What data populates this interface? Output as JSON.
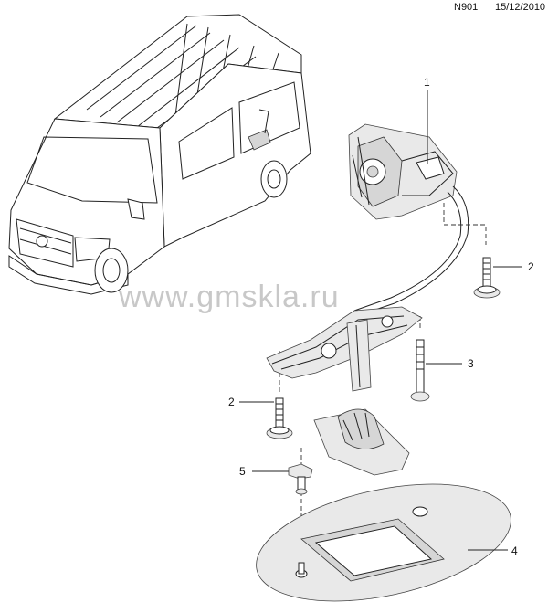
{
  "header": {
    "code": "N901",
    "date": "15/12/2010"
  },
  "watermark": "www.gmskla.ru",
  "callouts": [
    {
      "id": "c1",
      "label": "1"
    },
    {
      "id": "c2a",
      "label": "2"
    },
    {
      "id": "c2b",
      "label": "2"
    },
    {
      "id": "c3",
      "label": "3"
    },
    {
      "id": "c4",
      "label": "4"
    },
    {
      "id": "c5",
      "label": "5"
    }
  ]
}
